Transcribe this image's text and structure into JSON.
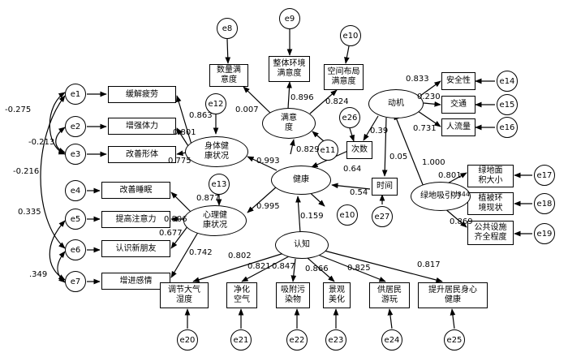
{
  "indicators": {
    "relieve_fatigue": "缓解疲劳",
    "strengthen_body": "增强体力",
    "improve_figure": "改善形体",
    "improve_sleep": "改善睡眠",
    "improve_attention": "提高注意力",
    "meet_friends": "认识新朋友",
    "enhance_feelings": "增进感情",
    "quantity_satisfaction": "数量满\n意度",
    "environment_satisfaction": "整体环境\n满意度",
    "layout_satisfaction": "空间布局\n满意度",
    "frequency": "次数",
    "duration": "时间",
    "safety": "安全性",
    "traffic": "交通",
    "crowd": "人流量",
    "green_area": "绿地面\n积大小",
    "vegetation": "植被环\n境现状",
    "facilities": "公共设施\n齐全程度",
    "humidity": "调节大气\n湿度",
    "purify_air": "净化\n空气",
    "absorb_pollutants": "吸附污\n染物",
    "landscape": "景观\n美化",
    "recreation": "供居民\n游玩",
    "wellbeing": "提升居民身心\n健康"
  },
  "latents": {
    "physical": "身体健\n康状况",
    "mental": "心理健\n康状况",
    "health": "健康",
    "satisfaction": "满意\n度",
    "motivation": "动机",
    "attraction": "绿地吸引力",
    "cognition": "认知"
  },
  "errors": [
    "e1",
    "e2",
    "e3",
    "e4",
    "e5",
    "e6",
    "e7",
    "e8",
    "e9",
    "e10",
    "e10",
    "e11",
    "e12",
    "e13",
    "e14",
    "e15",
    "e16",
    "e17",
    "e18",
    "e19",
    "e20",
    "e21",
    "e22",
    "e23",
    "e24",
    "e25",
    "e26",
    "e27"
  ],
  "coefficients": {
    "c_fatigue": "0.863",
    "c_strength": "0.801",
    "c_figure": "0.775",
    "c_sleep": "0.877",
    "c_attention": "0.806",
    "c_friends": "0.677",
    "c_feelings": "0.742",
    "c_quantity": "0.007",
    "c_env": "0.896",
    "c_layout": "0.824",
    "c_phys_health": "0.993",
    "c_mental_health": "0.995",
    "c_sat_health": "0.829",
    "c_freq_health": "0.64",
    "c_time_health": "0.54",
    "c_cog_health": "0.159",
    "c_mot_freq": "0.39",
    "c_mot_time": "0.05",
    "c_safety": "0.833",
    "c_traffic": "0.230",
    "c_crowd": "0.731",
    "c_attr_mot": "1.000",
    "c_green": "0.801",
    "c_veg": "0.844",
    "c_facil": "0.869",
    "c_humidity": "0.802",
    "c_purify": "0.821",
    "c_absorb": "0.847",
    "c_landscape": "0.866",
    "c_recreation": "0.825",
    "c_wellbeing": "0.817",
    "cov_e1_e3": "-0.275",
    "cov_e2_e3": "-0.213",
    "cov_e1_e6": "-0.216",
    "cov_e5_e7": "0.335",
    "cov_e6_e7": ".349"
  }
}
